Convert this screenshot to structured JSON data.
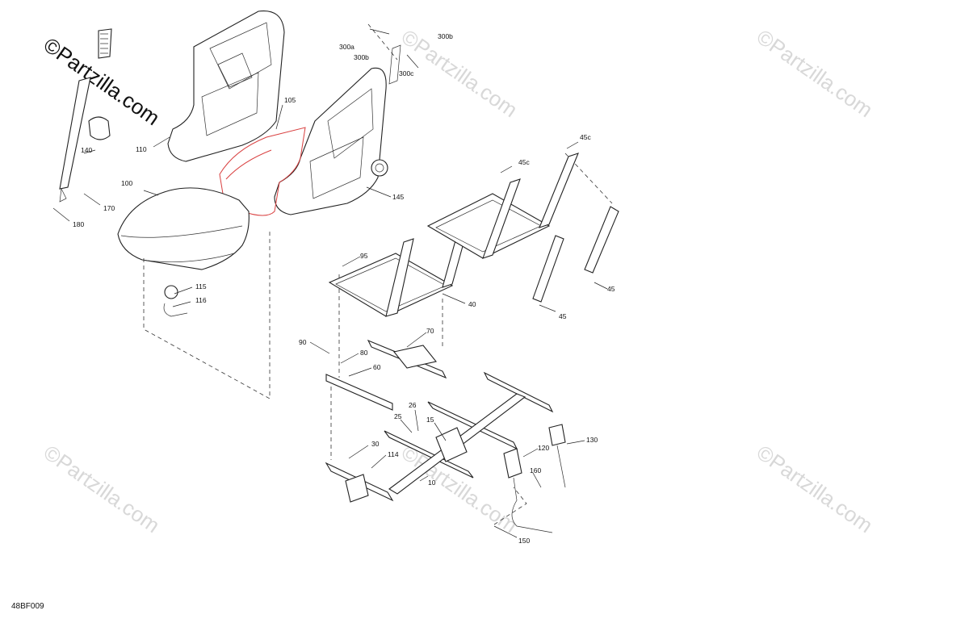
{
  "watermark_text": "©Partzilla.com",
  "figure_code": "48BF009",
  "part_labels": [
    "140",
    "170",
    "180",
    "110",
    "105",
    "100",
    "115",
    "116",
    "300a",
    "300b",
    "300b",
    "300c",
    "145",
    "45c",
    "45c",
    "45",
    "45",
    "95",
    "40",
    "90",
    "80",
    "70",
    "60",
    "26",
    "25",
    "15",
    "30",
    "114",
    "10",
    "120",
    "130",
    "160",
    "150"
  ]
}
